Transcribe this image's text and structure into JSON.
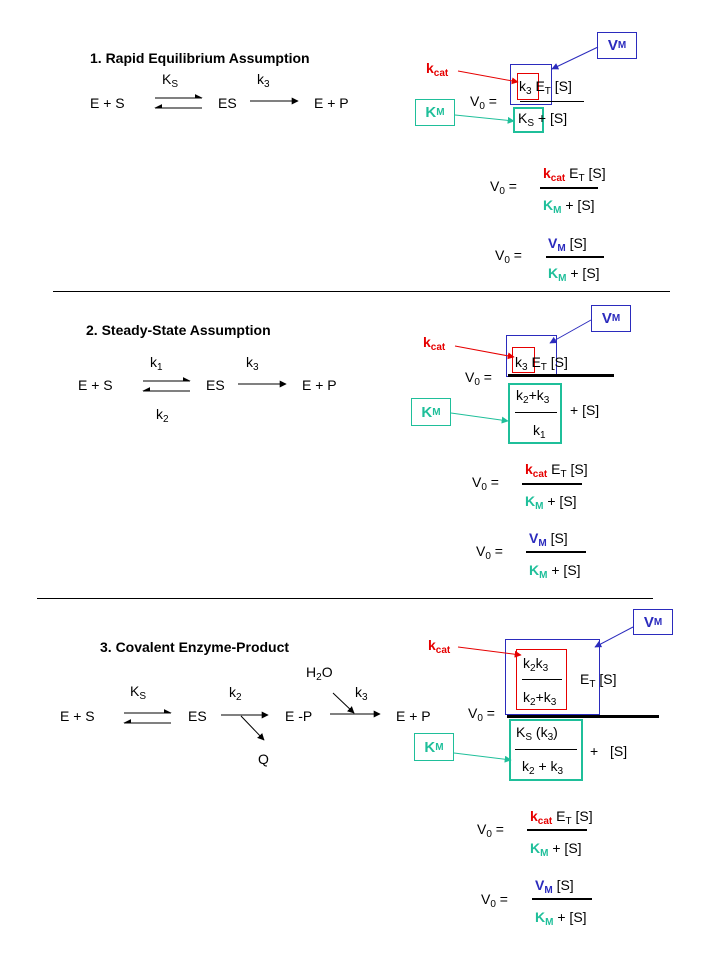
{
  "s1": {
    "title": "1.  Rapid Equilibrium Assumption",
    "scheme": {
      "E_S": "E  +  S",
      "ES": "ES",
      "E_P": "E  +  P",
      "K": "K",
      "Ksub": "S",
      "k": "k",
      "ksub": "3"
    },
    "tag_kcat": "k",
    "tag_kcat_sub": "cat",
    "tag_VM": "V",
    "tag_VM_sub": "M",
    "tag_KM": "K",
    "tag_KM_sub": "M",
    "eq1": {
      "lhs": "V",
      "lhs_sub": "0",
      "eq": " =",
      "num_k": "k",
      "num_ksub": "3",
      "num_E": " E",
      "num_Esub": "T",
      "num_S": " [S]",
      "den_K": "K",
      "den_Ksub": "S",
      "den_rest": " + [S]"
    },
    "eq2": {
      "lhs": "V",
      "lhs_sub": "0",
      "eq": " =",
      "num_k": "k",
      "num_ksub": "cat",
      "num_E": " E",
      "num_Esub": "T",
      "num_S": " [S]",
      "den_K": "K",
      "den_Ksub": "M",
      "den_rest": " + [S]"
    },
    "eq3": {
      "lhs": "V",
      "lhs_sub": "0",
      "eq": " =",
      "num_V": "V",
      "num_Vsub": "M",
      "num_S": " [S]",
      "den_K": "K",
      "den_Ksub": "M",
      "den_rest": " + [S]"
    }
  },
  "s2": {
    "title": "2.  Steady-State Assumption",
    "scheme": {
      "E_S": "E  +  S",
      "ES": "ES",
      "E_P": "E  +  P",
      "k1": "k",
      "k1sub": "1",
      "k2": "k",
      "k2sub": "2",
      "k3": "k",
      "k3sub": "3"
    },
    "tag_kcat": "k",
    "tag_kcat_sub": "cat",
    "tag_VM": "V",
    "tag_VM_sub": "M",
    "tag_KM": "K",
    "tag_KM_sub": "M",
    "eq1": {
      "lhs": "V",
      "lhs_sub": "0",
      "eq": " =",
      "num_k": "k",
      "num_ksub": "3",
      "num_E": " E",
      "num_Esub": "T",
      "num_S": " [S]",
      "km_top_a": "k",
      "km_top_asub": "2",
      "km_top_plus": "+k",
      "km_top_bsub": "3",
      "km_bot": "k",
      "km_botsub": "1",
      "den_rest": "+ [S]"
    },
    "eq2": {
      "lhs": "V",
      "lhs_sub": "0",
      "eq": " =",
      "num_k": "k",
      "num_ksub": "cat",
      "num_E": " E",
      "num_Esub": "T",
      "num_S": " [S]",
      "den_K": "K",
      "den_Ksub": "M",
      "den_rest": " + [S]"
    },
    "eq3": {
      "lhs": "V",
      "lhs_sub": "0",
      "eq": " =",
      "num_V": "V",
      "num_Vsub": "M",
      "num_S": " [S]",
      "den_K": "K",
      "den_Ksub": "M",
      "den_rest": " + [S]"
    }
  },
  "s3": {
    "title": "3.  Covalent Enzyme-Product",
    "scheme": {
      "E_S": "E  +  S",
      "ES": "ES",
      "EP": "E -P",
      "E_P": "E  +  P",
      "K": "K",
      "Ksub": "S",
      "k2": "k",
      "k2sub": "2",
      "k3": "k",
      "k3sub": "3",
      "Q": "Q",
      "H2O_a": "H",
      "H2O_sub": "2",
      "H2O_b": "O"
    },
    "tag_kcat": "k",
    "tag_kcat_sub": "cat",
    "tag_VM": "V",
    "tag_VM_sub": "M",
    "tag_KM": "K",
    "tag_KM_sub": "M",
    "eq1": {
      "lhs": "V",
      "lhs_sub": "0",
      "eq": " =",
      "kc_top_a": "k",
      "kc_top_asub": "2",
      "kc_top_b": "k",
      "kc_top_bsub": "3",
      "kc_bot_a": "k",
      "kc_bot_asub": "2",
      "kc_bot_plus": "+k",
      "kc_bot_bsub": "3",
      "num_E": "E",
      "num_Esub": "T",
      "num_S": " [S]",
      "km_top_a": "K",
      "km_top_asub": "S",
      "km_top_b": " (k",
      "km_top_bsub": "3",
      "km_top_c": ")",
      "km_bot_a": "k",
      "km_bot_asub": "2",
      "km_bot_plus": " + k",
      "km_bot_bsub": "3",
      "den_plus": "+",
      "den_S": "[S]"
    },
    "eq2": {
      "lhs": "V",
      "lhs_sub": "0",
      "eq": " =",
      "num_k": "k",
      "num_ksub": "cat",
      "num_E": " E",
      "num_Esub": "T",
      "num_S": " [S]",
      "den_K": "K",
      "den_Ksub": "M",
      "den_rest": " + [S]"
    },
    "eq3": {
      "lhs": "V",
      "lhs_sub": "0",
      "eq": " =",
      "num_V": "V",
      "num_Vsub": "M",
      "num_S": " [S]",
      "den_K": "K",
      "den_Ksub": "M",
      "den_rest": " + [S]"
    }
  },
  "colors": {
    "kcat": "#e60000",
    "VM": "#2b2bbd",
    "KM": "#1fbf9a"
  }
}
